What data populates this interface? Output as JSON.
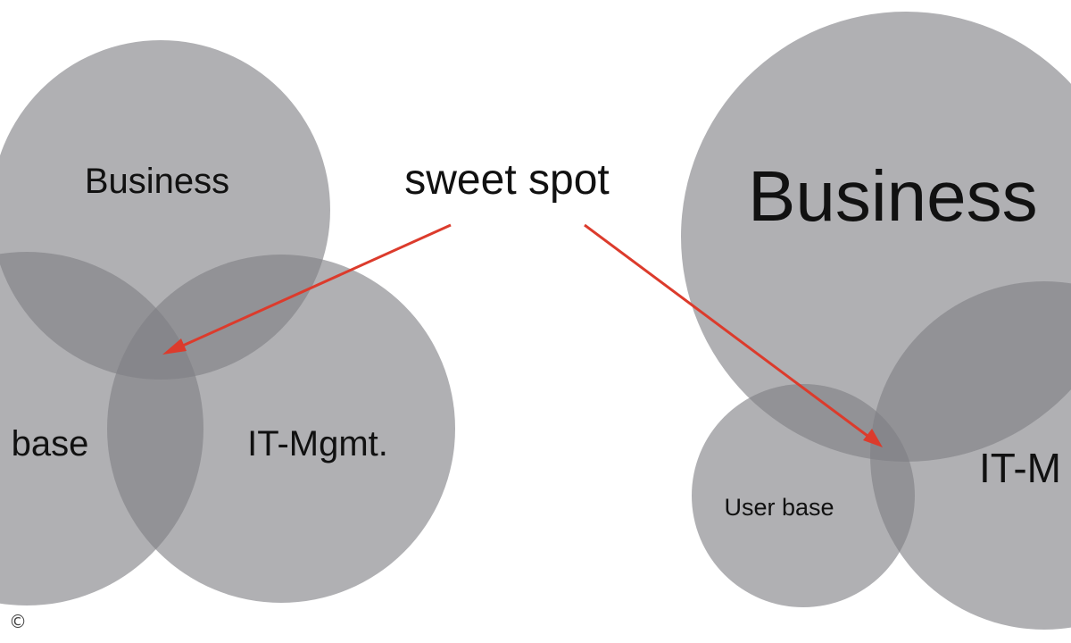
{
  "callout": {
    "label": "sweet spot",
    "arrow_color": "#dc3b2c"
  },
  "left_diagram": {
    "business_label": "Business",
    "user_base_label": "base",
    "it_mgmt_label": "IT-Mgmt."
  },
  "right_diagram": {
    "business_label": "Business",
    "user_base_label": "User base",
    "it_mgmt_label": "IT-M"
  },
  "copyright_symbol": "©",
  "colors": {
    "circle_fill": "#7f8085",
    "text": "#111111",
    "arrow": "#dc3b2c",
    "background": "#ffffff"
  }
}
